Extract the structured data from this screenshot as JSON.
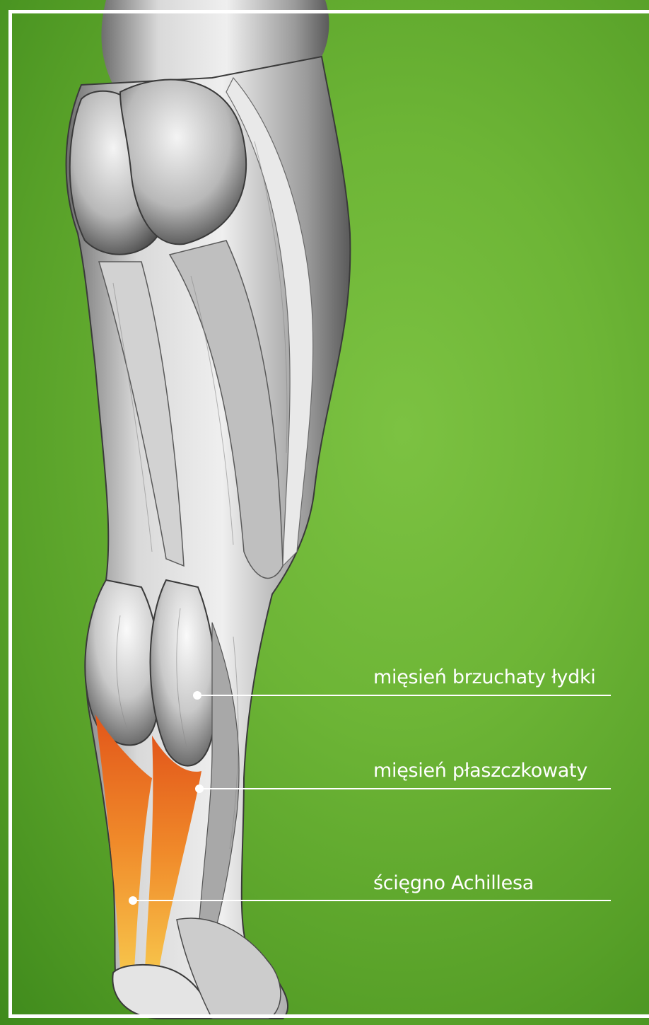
{
  "colors": {
    "background": "#6db536",
    "frame": "#ffffff",
    "muscle": "#cfcfcf",
    "muscle_shadow": "#4a4a4a",
    "highlight_tendon": "#f07a1e",
    "label_text": "#ffffff"
  },
  "callouts": [
    {
      "label": "mięsień brzuchaty łydki"
    },
    {
      "label": "mięsień płaszczkowaty"
    },
    {
      "label": "ścięgno Achillesa"
    }
  ]
}
